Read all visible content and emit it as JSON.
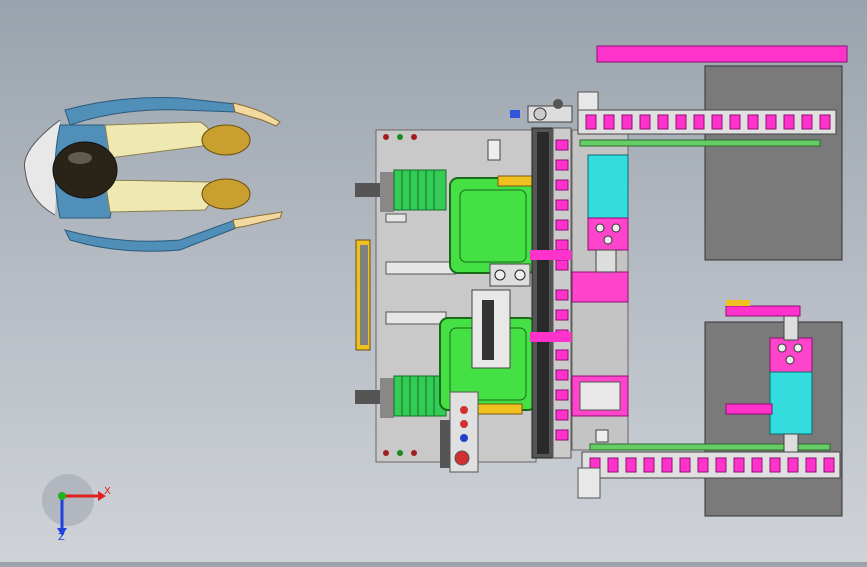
{
  "viewport": {
    "background_top": "#9aa3ad",
    "background_bottom": "#cfd3d8"
  },
  "axis_triad": {
    "x_label": "X",
    "z_label": "Z",
    "x_color": "#e02020",
    "y_color": "#20b020",
    "z_color": "#2040e0"
  },
  "colors": {
    "plate": "#c9c9c9",
    "frame_gray": "#6b6b6b",
    "magenta": "#ff33cc",
    "green_part": "#33e633",
    "cyan_block": "#33dddd",
    "dark_green": "#2c8a3a",
    "pad_gray": "#7a7a7a",
    "yellow": "#f0c020",
    "skin": "#f2d9a0",
    "suit_blue": "#4f8fb8"
  },
  "operator_figure": {
    "icon": "human-operator-model"
  }
}
